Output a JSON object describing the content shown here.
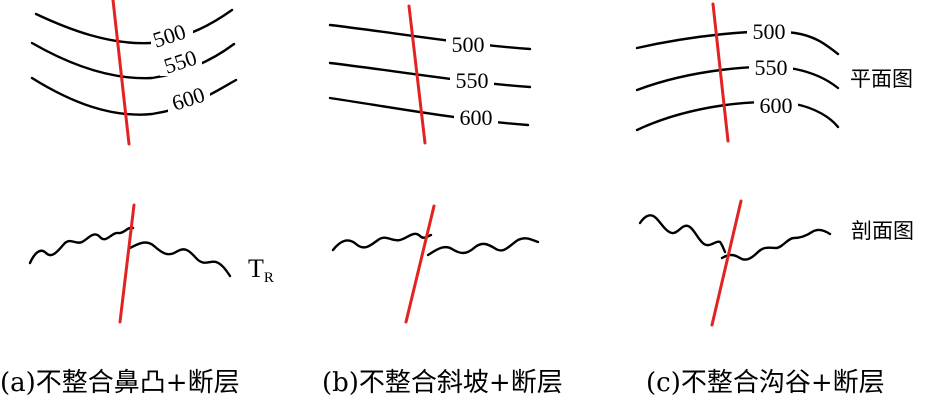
{
  "panels": [
    {
      "caption": "(a)不整合鼻凸+断层",
      "contour_labels": [
        "500",
        "550",
        "600"
      ]
    },
    {
      "caption": "(b)不整合斜坡+断层",
      "contour_labels": [
        "500",
        "550",
        "600"
      ]
    },
    {
      "caption": "(c)不整合沟谷+断层",
      "contour_labels": [
        "500",
        "550",
        "600"
      ]
    }
  ],
  "view_labels": {
    "plan": "平面图",
    "section": "剖面图"
  },
  "unconformity_label": {
    "main": "T",
    "sub": "R"
  },
  "colors": {
    "fault": "#e32222",
    "contour": "#000000"
  }
}
